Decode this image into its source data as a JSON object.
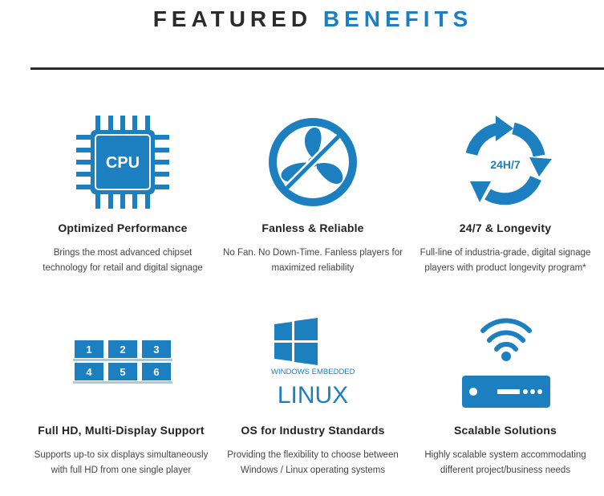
{
  "header": {
    "title_main": "FEATURED",
    "title_accent": "BENEFITS"
  },
  "colors": {
    "accent": "#1b7fc0",
    "text_dark": "#2b2b2b"
  },
  "icons": {
    "cpu_label": "CPU",
    "clock_label": "24H/7",
    "display_labels": [
      "1",
      "2",
      "3",
      "4",
      "5",
      "6"
    ],
    "windows_label": "WINDOWS EMBEDDED",
    "linux_label": "LINUX"
  },
  "benefits": [
    {
      "icon": "cpu-icon",
      "title": "Optimized Performance",
      "desc": "Brings the most advanced chipset technology for retail and digital signage"
    },
    {
      "icon": "no-fan-icon",
      "title": "Fanless & Reliable",
      "desc": "No Fan. No Down-Time. Fanless players for maximized reliability"
    },
    {
      "icon": "cycle-24-7-icon",
      "title": "24/7 & Longevity",
      "desc": "Full-line of industria-grade, digital signage players with product longevity program*"
    },
    {
      "icon": "multi-display-icon",
      "title": "Full HD, Multi-Display Support",
      "desc": "Supports up-to six displays simultaneously with full HD from one single player"
    },
    {
      "icon": "os-icon",
      "title": "OS for Industry Standards",
      "desc": "Providing the flexibility to choose between Windows / Linux operating systems"
    },
    {
      "icon": "wifi-router-icon",
      "title": "Scalable Solutions",
      "desc": "Highly scalable system accommodating different project/business needs"
    }
  ]
}
